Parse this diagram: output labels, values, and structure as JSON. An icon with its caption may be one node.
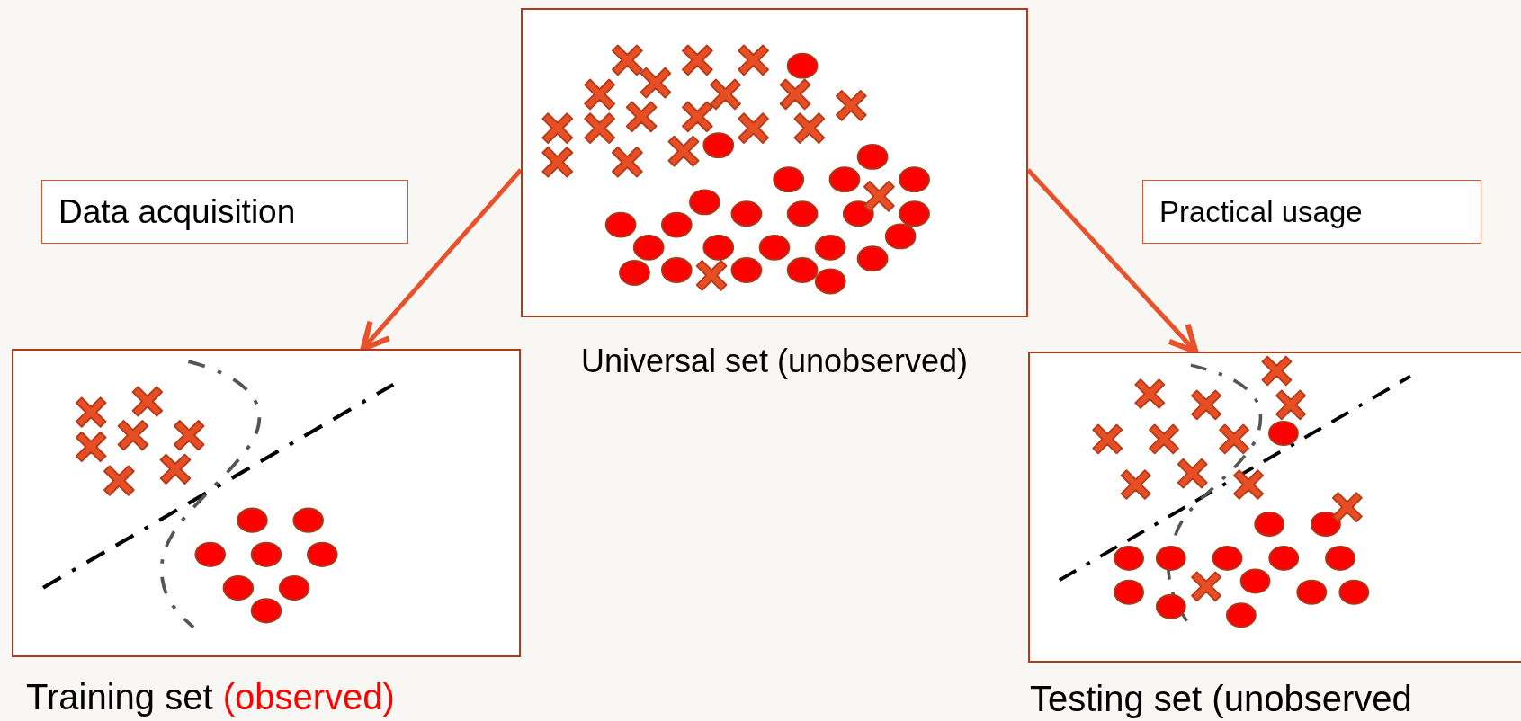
{
  "diagram": {
    "nodes": [
      {
        "text": [
          "Universal set (unobserved)"
        ]
      },
      {
        "text": [
          "Training set",
          "(observed)"
        ]
      },
      {
        "text": [
          "Testing set (unobserved"
        ]
      },
      {
        "text": [
          "Data acquisition"
        ]
      },
      {
        "text": [
          "Practical usage"
        ]
      }
    ],
    "edges": [
      {
        "from": 0,
        "to": 1,
        "arrow": "to"
      },
      {
        "from": 0,
        "to": 2,
        "arrow": "to"
      }
    ]
  }
}
